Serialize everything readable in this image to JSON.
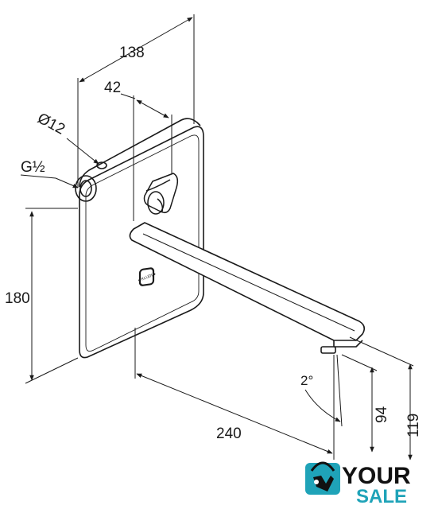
{
  "dimensions": {
    "d138": "138",
    "d42": "42",
    "d12": "Ø12",
    "dG": "G½",
    "d180": "180",
    "d240": "240",
    "d2": "2°",
    "d94": "94",
    "d119": "119"
  },
  "logo": {
    "line1": "YOUR",
    "line2": "SALE",
    "colors": {
      "teal": "#1fa3b8",
      "dark": "#111111"
    }
  },
  "device": {
    "sensor_label": "● KLUDI ●"
  }
}
